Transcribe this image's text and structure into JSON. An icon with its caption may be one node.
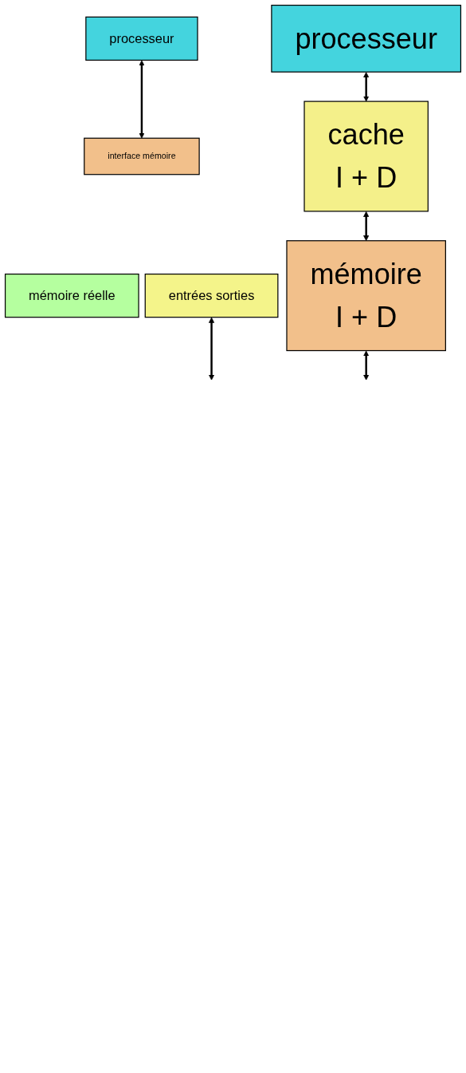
{
  "diagram": {
    "nodes": [
      {
        "text": [
          "processeur"
        ]
      },
      {
        "text": [
          "interface mémoire"
        ]
      },
      {
        "text": [
          "mémoire réelle"
        ]
      },
      {
        "text": [
          "entrées sorties"
        ]
      },
      {
        "text": [
          "processeur"
        ]
      },
      {
        "text": [
          "cache",
          "I + D"
        ]
      },
      {
        "text": [
          "mémoire",
          "I + D"
        ]
      }
    ],
    "edges": [
      {
        "from": 0,
        "to": 1,
        "arrow": "both"
      },
      {
        "from": 3,
        "to": null,
        "arrow": "both"
      },
      {
        "from": 4,
        "to": 5,
        "arrow": "both"
      },
      {
        "from": 5,
        "to": 6,
        "arrow": "both"
      },
      {
        "from": 6,
        "to": null,
        "arrow": "both"
      }
    ]
  }
}
